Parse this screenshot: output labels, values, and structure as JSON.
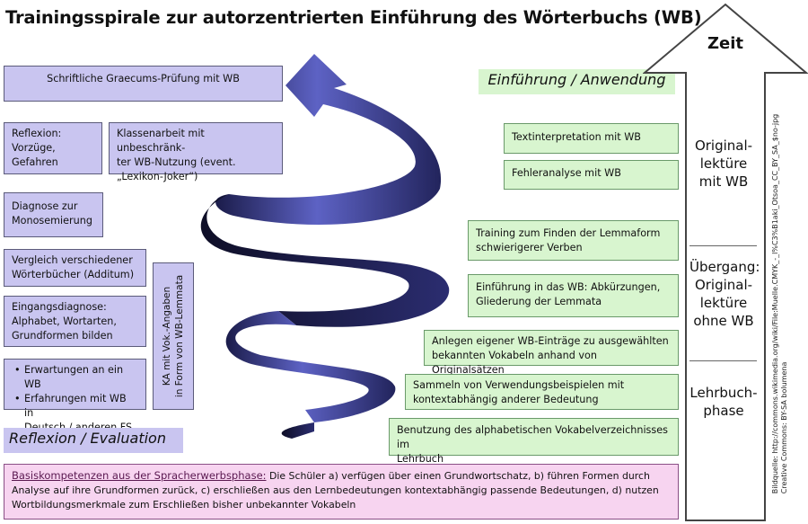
{
  "title": "Trainingsspirale  zur autorzentrierten Einführung des Wörterbuchs (WB)",
  "left": {
    "graecum": "Schriftliche Graecums-Prüfung mit WB",
    "reflexion": [
      "Reflexion:",
      "Vorzüge,",
      "Gefahren"
    ],
    "klassenarbeit": [
      "Klassenarbeit mit unbeschränk-",
      "ter WB-Nutzung (event.",
      "„Lexikon-Joker“)"
    ],
    "diagnose": [
      "Diagnose zur",
      "Monosemierung"
    ],
    "vergleich": [
      "Vergleich verschiedener",
      "Wörterbücher (Additum)"
    ],
    "eingang": [
      "Eingangsdiagnose:",
      "Alphabet, Wortarten,",
      "Grundformen bilden"
    ],
    "erwartungen": [
      "Erwartungen an ein WB",
      "Erfahrungen mit WB in",
      "Deutsch / anderen FS"
    ],
    "ka": [
      "KA mit Vok.-Angaben",
      "in Form von WB-Lemmata"
    ],
    "heading": "Reflexion / Evaluation"
  },
  "right": {
    "heading": "Einführung / Anwendung",
    "textinterpretation": "Textinterpretation mit WB",
    "fehleranalyse": "Fehleranalyse mit WB",
    "training": [
      "Training zum Finden der Lemmaform",
      "schwierigerer Verben"
    ],
    "einfuehrung": [
      "Einführung in das WB: Abkürzungen,",
      "Gliederung der Lemmata"
    ],
    "anlegen": [
      "Anlegen eigener WB-Einträge zu ausgewählten",
      "bekannten Vokabeln anhand von Originalsätzen"
    ],
    "sammeln": [
      "Sammeln von Verwendungsbeispielen mit",
      "kontextabhängig anderer Bedeutung"
    ],
    "benutzung": [
      "Benutzung des alphabetischen Vokabelverzeichnisses im",
      "Lehrbuch"
    ]
  },
  "timeline": {
    "label": "Zeit",
    "phase1": [
      "Original-",
      "lektüre",
      "mit WB"
    ],
    "phase2": [
      "Übergang:",
      "Original-",
      "lektüre",
      "ohne WB"
    ],
    "phase3": [
      "Lehrbuch-",
      "phase"
    ]
  },
  "credit": [
    "Bildquelle: http://commons.wikimedia.org/wiki/File:Muelle.CMYK_-_l%C3%B1aki_Otsoa_CC_BY_SA_$no-jpg",
    "Creative Commons: BY-SA bolumena"
  ],
  "bottom": {
    "label": "Basiskompetenzen aus der Spracherwerbsphase:",
    "text": " Die Schüler a) verfügen über einen Grundwortschatz, b) führen Formen durch Analyse auf ihre Grundformen zurück, c) erschließen aus den Lernbedeutungen kontextabhängig passende Bedeutungen, d) nutzen Wortbildungsmerkmale zum Erschließen bisher unbekannter Vokabeln"
  },
  "colors": {
    "lavender": "#c9c5f0",
    "green": "#d8f5cf",
    "pink": "#f7d4f0",
    "ribbon": "#3c3f95"
  },
  "icons": [
    "spiral-ribbon-image",
    "time-arrow-icon"
  ]
}
